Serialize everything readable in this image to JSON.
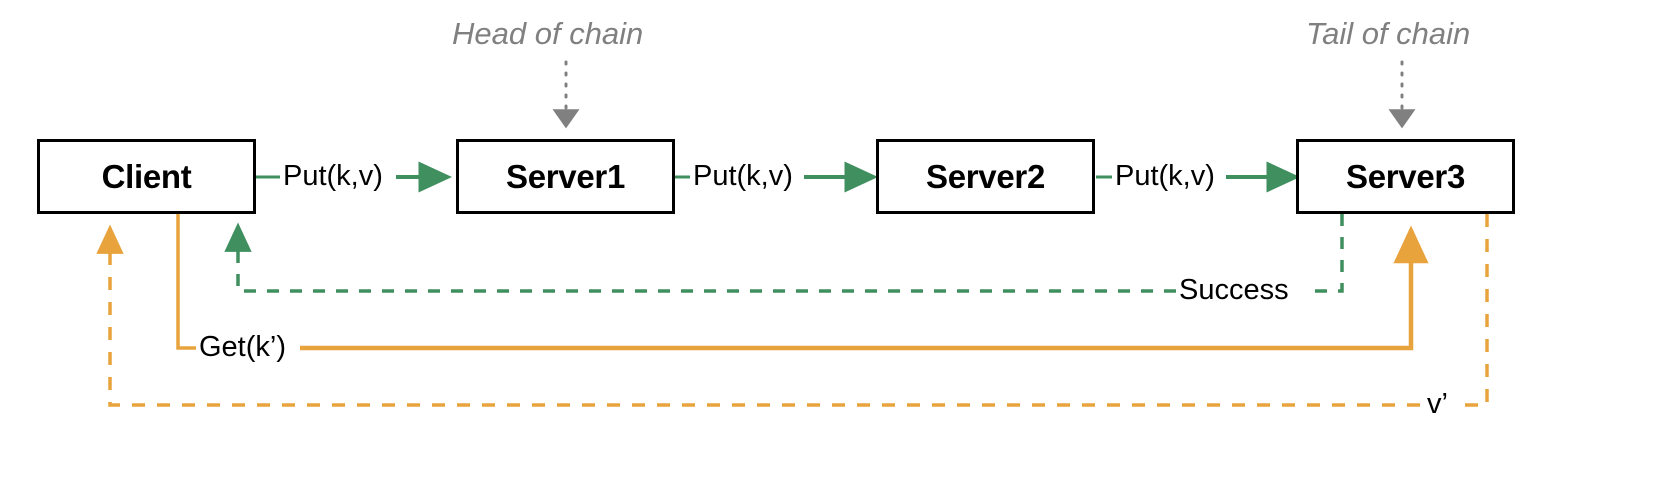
{
  "diagram": {
    "title": "Chain replication Put/Get message flow",
    "background": "#ffffff",
    "colors": {
      "node_border": "#000000",
      "node_text": "#000000",
      "put_arrow": "#3f8f5f",
      "success_arrow": "#3f8f5f",
      "get_arrow": "#e8a33d",
      "value_arrow": "#e8a33d",
      "annotation": "#808080"
    },
    "nodes": [
      {
        "id": "client",
        "label": "Client"
      },
      {
        "id": "server1",
        "label": "Server1"
      },
      {
        "id": "server2",
        "label": "Server2"
      },
      {
        "id": "server3",
        "label": "Server3"
      }
    ],
    "annotations": [
      {
        "id": "head-of-chain",
        "label": "Head of chain",
        "target": "server1"
      },
      {
        "id": "tail-of-chain",
        "label": "Tail of chain",
        "target": "server3"
      }
    ],
    "edges": [
      {
        "id": "put-client-server1",
        "label": "Put(k,v)",
        "from": "client",
        "to": "server1",
        "style": "solid",
        "color": "#3f8f5f"
      },
      {
        "id": "put-server1-server2",
        "label": "Put(k,v)",
        "from": "server1",
        "to": "server2",
        "style": "solid",
        "color": "#3f8f5f"
      },
      {
        "id": "put-server2-server3",
        "label": "Put(k,v)",
        "from": "server2",
        "to": "server3",
        "style": "solid",
        "color": "#3f8f5f"
      },
      {
        "id": "success-server3-client",
        "label": "Success",
        "from": "server3",
        "to": "client",
        "style": "dashed",
        "color": "#3f8f5f"
      },
      {
        "id": "get-client-server3",
        "label": "Get(k’)",
        "from": "client",
        "to": "server3",
        "style": "solid",
        "color": "#e8a33d"
      },
      {
        "id": "value-server3-client",
        "label": "v’",
        "from": "server3",
        "to": "client",
        "style": "dashed",
        "color": "#e8a33d"
      }
    ]
  }
}
